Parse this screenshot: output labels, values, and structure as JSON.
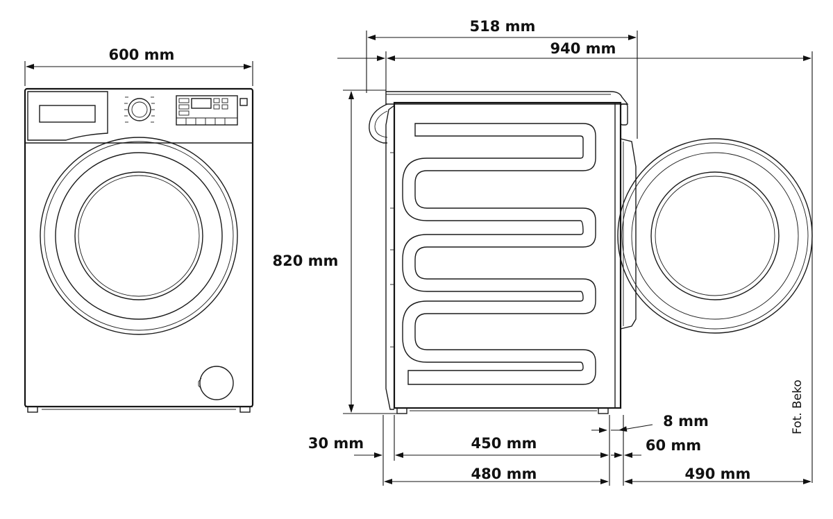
{
  "dimensions": {
    "front_width": "600 mm",
    "depth_518": "518 mm",
    "depth_940": "940 mm",
    "height_820": "820 mm",
    "bottom_30": "30 mm",
    "bottom_450": "450 mm",
    "bottom_480": "480 mm",
    "door_8": "8 mm",
    "door_60": "60 mm",
    "door_490": "490 mm"
  },
  "credit": "Fot. Beko"
}
